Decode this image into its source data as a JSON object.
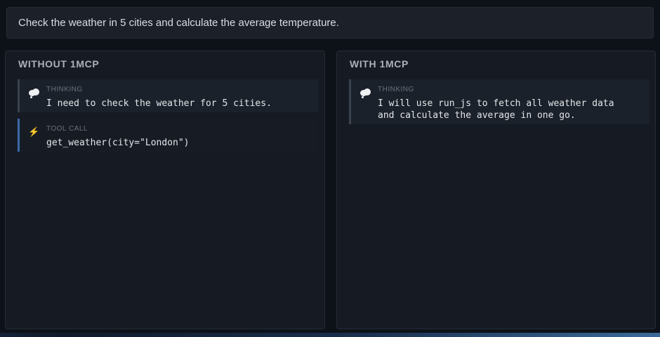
{
  "prompt": {
    "text": "Check the weather in 5 cities and calculate the average temperature."
  },
  "left_panel": {
    "title": "WITHOUT 1MCP",
    "steps": [
      {
        "icon": "thought-bubble-icon",
        "label": "THINKING",
        "text": "I need to check the weather for 5 cities."
      },
      {
        "icon": "lightning-bolt-icon",
        "label": "TOOL CALL",
        "text": "get_weather(city=\"London\")"
      }
    ]
  },
  "right_panel": {
    "title": "WITH 1MCP",
    "steps": [
      {
        "icon": "thought-bubble-icon",
        "label": "THINKING",
        "text": "I will use run_js to fetch all weather data\nand calculate the average in one go."
      }
    ]
  },
  "colors": {
    "background": "#0d1218",
    "panel": "#161b23",
    "tool_accent": "#3b6aa8",
    "bolt": "#f2b81e"
  }
}
